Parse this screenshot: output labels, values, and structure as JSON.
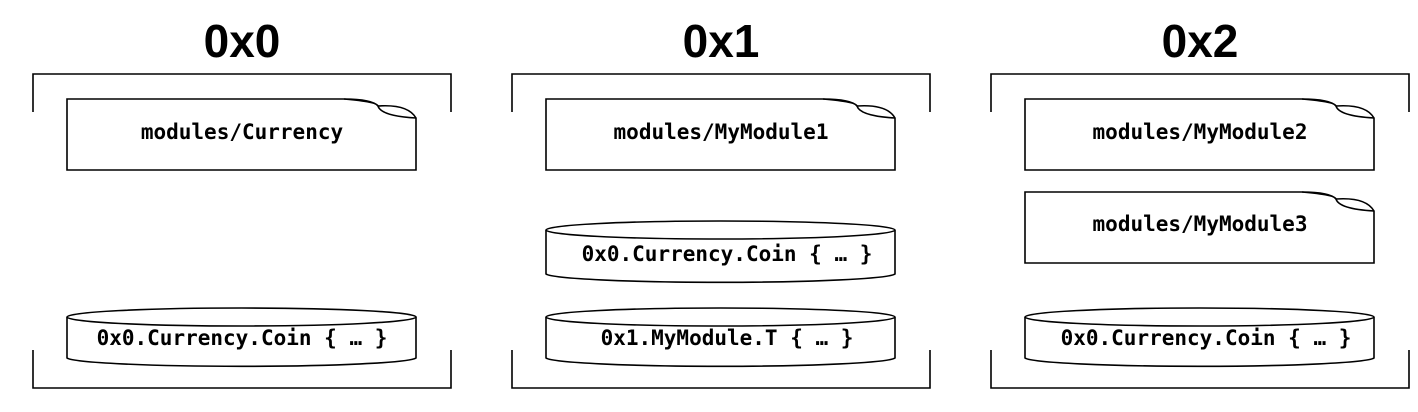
{
  "accounts": [
    {
      "address": "0x0",
      "modules": [
        "modules/Currency"
      ],
      "resources": [
        "0x0.Currency.Coin { … }"
      ]
    },
    {
      "address": "0x1",
      "modules": [
        "modules/MyModule1"
      ],
      "resources": [
        "0x0.Currency.Coin { … }",
        "0x1.MyModule.T { … }"
      ]
    },
    {
      "address": "0x2",
      "modules": [
        "modules/MyModule2",
        "modules/MyModule3"
      ],
      "resources": [
        "0x0.Currency.Coin { … }"
      ]
    }
  ]
}
